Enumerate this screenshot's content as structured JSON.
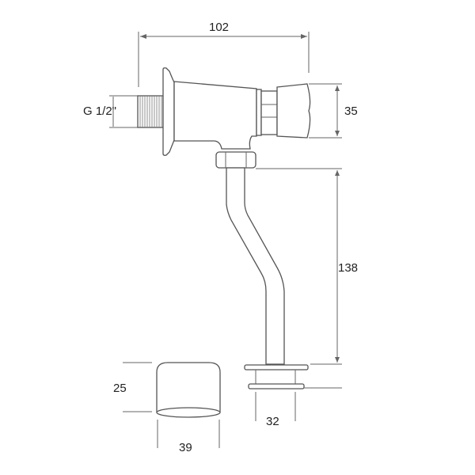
{
  "drawing": {
    "subject": "push-button flush valve with S-shaped pipe",
    "dimensions": {
      "overall_length": "102",
      "thread_size": "G 1/2\"",
      "button_height": "35",
      "pipe_height": "138",
      "cap_height": "25",
      "cap_diameter": "39",
      "outlet_diameter": "32"
    },
    "colors": {
      "line": "#555555",
      "background": "#ffffff",
      "text": "#222222"
    }
  }
}
